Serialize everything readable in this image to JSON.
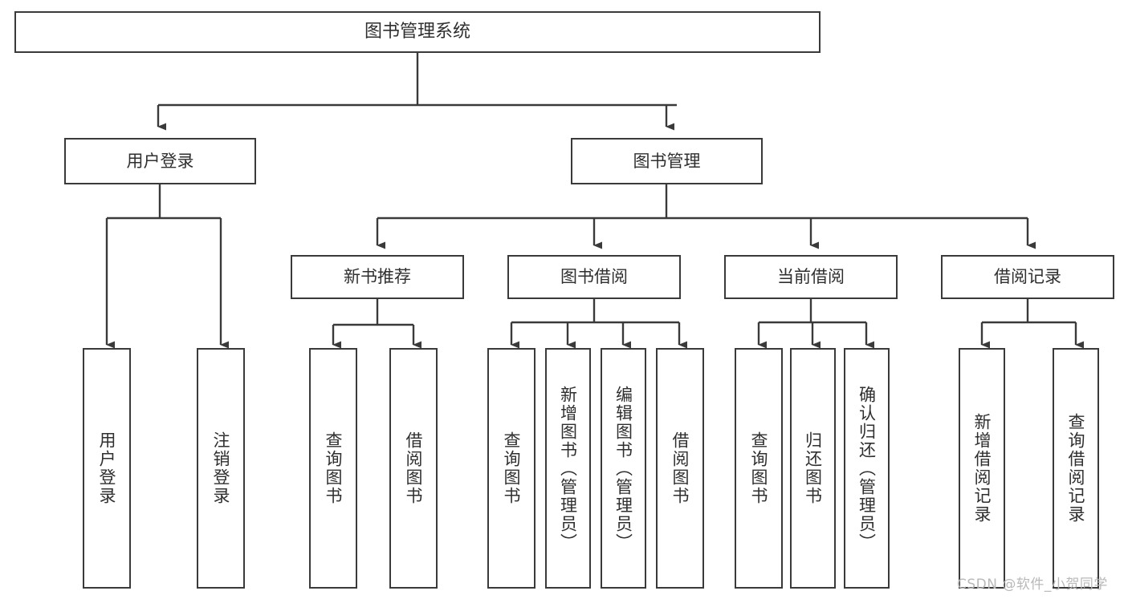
{
  "diagram": {
    "title": "图书管理系统",
    "type": "tree-structure-chart",
    "line_color": "#3a3a3a",
    "text_color": "#2f2f2f",
    "background": "#ffffff",
    "nodes": {
      "root": {
        "label": "图书管理系统"
      },
      "level2": [
        {
          "label": "用户登录"
        },
        {
          "label": "图书管理"
        }
      ],
      "level3": [
        {
          "label": "新书推荐"
        },
        {
          "label": "图书借阅"
        },
        {
          "label": "当前借阅"
        },
        {
          "label": "借阅记录"
        }
      ],
      "leaves": {
        "user_login": [
          {
            "label": "用户登录"
          },
          {
            "label": "注销登录"
          }
        ],
        "new_book_recommend": [
          {
            "label": "查询图书"
          },
          {
            "label": "借阅图书"
          }
        ],
        "book_borrow": [
          {
            "label": "查询图书"
          },
          {
            "label": "新增图书（管理员）"
          },
          {
            "label": "编辑图书（管理员）"
          },
          {
            "label": "借阅图书"
          }
        ],
        "current_borrow": [
          {
            "label": "查询图书"
          },
          {
            "label": "归还图书"
          },
          {
            "label": "确认归还（管理员）"
          }
        ],
        "borrow_record": [
          {
            "label": "新增借阅记录"
          },
          {
            "label": "查询借阅记录"
          }
        ]
      }
    }
  },
  "watermark": {
    "text": "CSDN @软件_小贺同学",
    "color": "#b9b9b9"
  }
}
